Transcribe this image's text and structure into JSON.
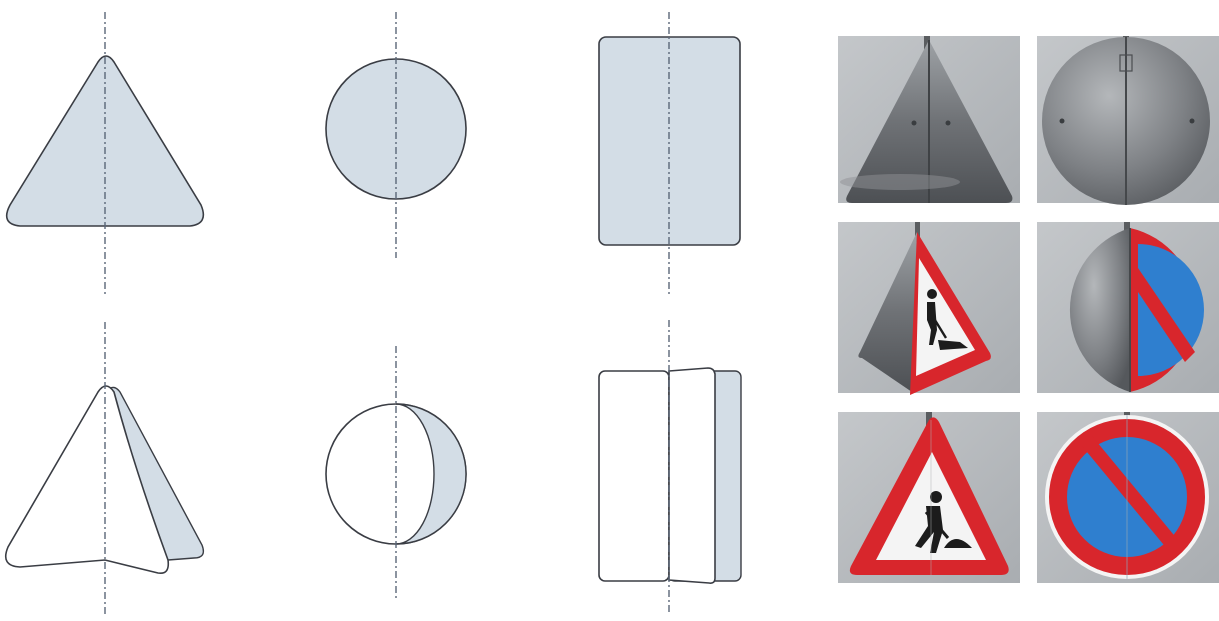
{
  "diagram": {
    "rows": [
      {
        "state": "flat"
      },
      {
        "state": "folded"
      }
    ],
    "columns": [
      {
        "shape": "triangle"
      },
      {
        "shape": "circle"
      },
      {
        "shape": "rectangle"
      }
    ],
    "colors": {
      "panel_fill": "#d3dde6",
      "outline": "#3a3d44",
      "axis_line": "#5a6678",
      "background": "#ffffff"
    }
  },
  "photos": {
    "grid": [
      {
        "sign": "triangle",
        "state": "back-closed"
      },
      {
        "sign": "round",
        "state": "back-closed"
      },
      {
        "sign": "triangle",
        "state": "half-open"
      },
      {
        "sign": "round",
        "state": "half-open"
      },
      {
        "sign": "triangle-roadworks",
        "state": "open"
      },
      {
        "sign": "round-no-parking",
        "state": "open"
      }
    ],
    "colors": {
      "sign_red": "#d8262c",
      "sign_blue": "#2f7fcf",
      "sign_white": "#f4f4f4",
      "metal": "#7c7f83",
      "wall": "#c9cccf"
    }
  }
}
